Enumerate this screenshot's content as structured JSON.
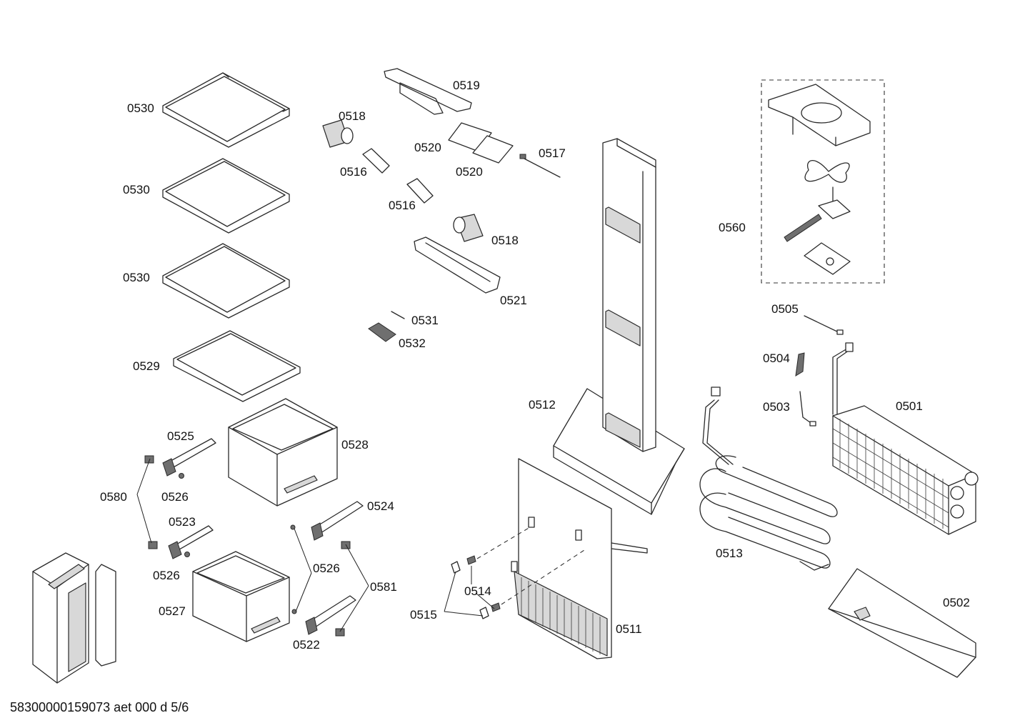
{
  "labels": {
    "p0501": "0501",
    "p0502": "0502",
    "p0503": "0503",
    "p0504": "0504",
    "p0505": "0505",
    "p0511": "0511",
    "p0512": "0512",
    "p0513": "0513",
    "p0514": "0514",
    "p0515": "0515",
    "p0516a": "0516",
    "p0516b": "0516",
    "p0517": "0517",
    "p0518a": "0518",
    "p0518b": "0518",
    "p0519": "0519",
    "p0520a": "0520",
    "p0520b": "0520",
    "p0521": "0521",
    "p0522": "0522",
    "p0523": "0523",
    "p0524": "0524",
    "p0525": "0525",
    "p0526a": "0526",
    "p0526b": "0526",
    "p0526c": "0526",
    "p0527": "0527",
    "p0528": "0528",
    "p0529": "0529",
    "p0530a": "0530",
    "p0530b": "0530",
    "p0530c": "0530",
    "p0531": "0531",
    "p0532": "0532",
    "p0560": "0560",
    "p0580": "0580",
    "p0581": "0581"
  },
  "footer": {
    "document_id": "58300000159073 aet 000 d 5/6"
  }
}
